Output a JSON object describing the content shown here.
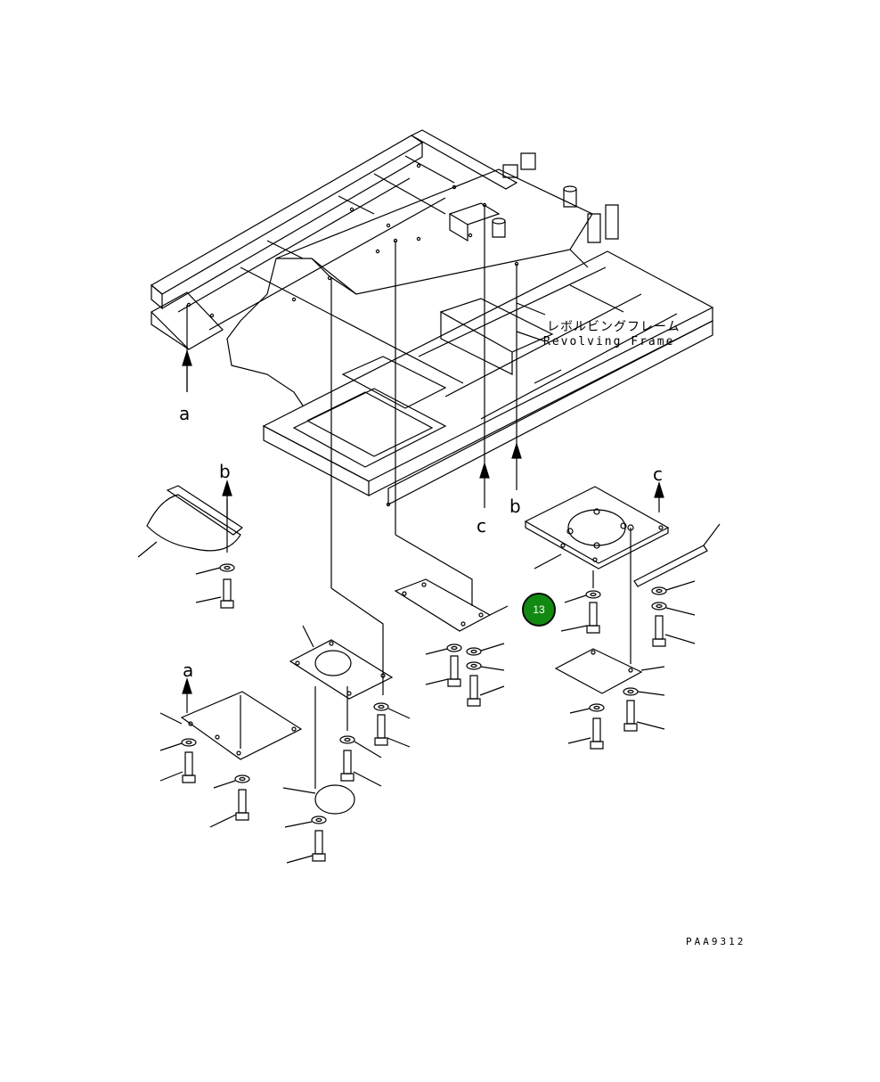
{
  "labels": {
    "japanese_title": "レボルビングフレーム",
    "english_title": "Revolving Frame",
    "drawing_code": "PAA9312",
    "callout_number": "13"
  },
  "refs": {
    "a": "a",
    "b": "b",
    "c": "c"
  },
  "colors": {
    "line": "#000000",
    "badge_fill": "#128a12",
    "badge_text": "#ffffff",
    "background": "#ffffff"
  }
}
